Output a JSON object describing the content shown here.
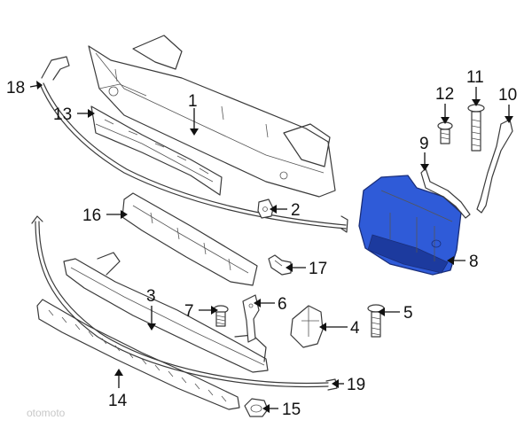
{
  "colors": {
    "highlight": "#2f5bd8",
    "highlight_dark": "#1c3a9e",
    "line": "#3a3a3a"
  },
  "callouts": [
    {
      "id": "1",
      "label": "1"
    },
    {
      "id": "2",
      "label": "2"
    },
    {
      "id": "3",
      "label": "3"
    },
    {
      "id": "4",
      "label": "4"
    },
    {
      "id": "5",
      "label": "5"
    },
    {
      "id": "6",
      "label": "6"
    },
    {
      "id": "7",
      "label": "7"
    },
    {
      "id": "8",
      "label": "8"
    },
    {
      "id": "9",
      "label": "9"
    },
    {
      "id": "10",
      "label": "10"
    },
    {
      "id": "11",
      "label": "11"
    },
    {
      "id": "12",
      "label": "12"
    },
    {
      "id": "13",
      "label": "13"
    },
    {
      "id": "14",
      "label": "14"
    },
    {
      "id": "15",
      "label": "15"
    },
    {
      "id": "16",
      "label": "16"
    },
    {
      "id": "17",
      "label": "17"
    },
    {
      "id": "18",
      "label": "18"
    },
    {
      "id": "19",
      "label": "19"
    }
  ],
  "watermark": "otomoto"
}
